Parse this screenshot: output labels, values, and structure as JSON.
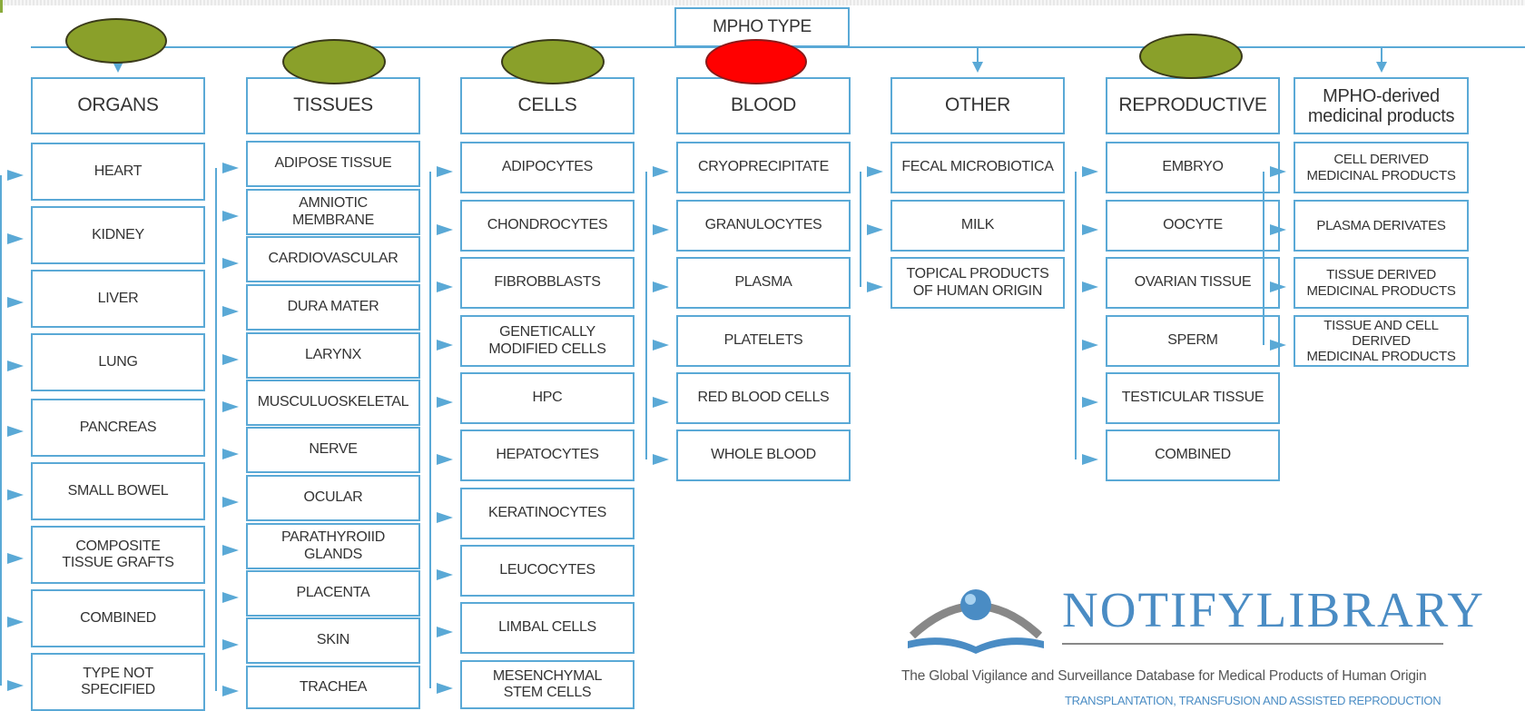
{
  "title": "MPHO TYPE",
  "colors": {
    "line": "#5aa9d6",
    "text": "#333333",
    "oval_green": "#8aa02a",
    "oval_red": "#ff0000"
  },
  "categories": [
    {
      "label": "ORGANS",
      "marker": "green",
      "items": [
        "HEART",
        "KIDNEY",
        "LIVER",
        "LUNG",
        "PANCREAS",
        "SMALL BOWEL",
        "COMPOSITE\nTISSUE GRAFTS",
        "COMBINED",
        "TYPE NOT\nSPECIFIED"
      ]
    },
    {
      "label": "TISSUES",
      "marker": "green",
      "items": [
        "ADIPOSE TISSUE",
        "AMNIOTIC\nMEMBRANE",
        "CARDIOVASCULAR",
        "DURA MATER",
        "LARYNX",
        "MUSCULUOSKELETAL",
        "NERVE",
        "OCULAR",
        "PARATHYROIID\nGLANDS",
        "PLACENTA",
        "SKIN",
        "TRACHEA"
      ]
    },
    {
      "label": "CELLS",
      "marker": "green",
      "items": [
        "ADIPOCYTES",
        "CHONDROCYTES",
        "FIBROBBLASTS",
        "GENETICALLY\nMODIFIED CELLS",
        "HPC",
        "HEPATOCYTES",
        "KERATINOCYTES",
        "LEUCOCYTES",
        "LIMBAL CELLS",
        "MESENCHYMAL\nSTEM CELLS"
      ]
    },
    {
      "label": "BLOOD",
      "marker": "red",
      "items": [
        "CRYOPRECIPITATE",
        "GRANULOCYTES",
        "PLASMA",
        "PLATELETS",
        "RED BLOOD CELLS",
        "WHOLE BLOOD"
      ]
    },
    {
      "label": "OTHER",
      "marker": "none",
      "items": [
        "FECAL MICROBIOTICA",
        "MILK",
        "TOPICAL PRODUCTS\nOF HUMAN ORIGIN"
      ]
    },
    {
      "label": "REPRODUCTIVE",
      "marker": "green",
      "items": [
        "EMBRYO",
        "OOCYTE",
        "OVARIAN TISSUE",
        "SPERM",
        "TESTICULAR TISSUE",
        "COMBINED"
      ]
    },
    {
      "label": "MPHO-derived\nmedicinal products",
      "marker": "none",
      "items": [
        "CELL DERIVED\nMEDICINAL PRODUCTS",
        "PLASMA DERIVATES",
        "TISSUE DERIVED\nMEDICINAL PRODUCTS",
        "TISSUE AND CELL DERIVED\nMEDICINAL PRODUCTS"
      ]
    }
  ],
  "logo": {
    "wordmark": "NOTIFYLIBRARY",
    "tagline": "The Global Vigilance and Surveillance Database for Medical Products of Human Origin",
    "subtitle": "TRANSPLANTATION, TRANSFUSION AND ASSISTED REPRODUCTION"
  }
}
